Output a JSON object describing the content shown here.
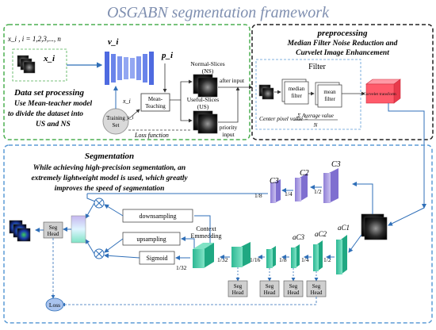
{
  "title": "OSGABN segmentation framework",
  "dataset_panel": {
    "seq_label": "x_i , i = 1,2,3,..., n",
    "xi": "x_i",
    "vi": "v_i",
    "pi": "p_i",
    "heading": "Data set processing",
    "desc": [
      "Use Mean-teacher model",
      "to divide the dataset into",
      "US and NS"
    ],
    "normal_slices": [
      "Normal-Slices",
      "(NS)"
    ],
    "after_input": "after input",
    "useful_slices": [
      "Useful-Slices",
      "(US)"
    ],
    "priority_input": [
      "priority",
      "input"
    ],
    "mean_teaching": [
      "Mean-",
      "Teaching"
    ],
    "training_set": [
      "Training",
      "Set"
    ],
    "xi_small": "x_i",
    "yi_small": "y_i",
    "loss_function": "Loss function"
  },
  "preprocessing_panel": {
    "heading": "preprocessing",
    "subheading": [
      "Median Filter Noise Reduction and",
      "Curvelet Image Enhancement"
    ],
    "filter_label": "Filter",
    "median_filter": [
      "median",
      "filter"
    ],
    "mean_filter": [
      "mean",
      "filter"
    ],
    "curvelet": "Curvelet transform",
    "formula_lhs": "Center pixel value =",
    "formula_num": "Σ Average value",
    "formula_den": "N"
  },
  "segmentation_panel": {
    "heading": "Segmentation",
    "desc": [
      "While achieving high-precision segmentation, an",
      "extremely lightweight model is used, which greatly",
      "improves the speed of segmentation"
    ],
    "c3a": "C3",
    "c2": "C2",
    "c3b": "C3",
    "r8": "1/8",
    "r4": "1/4",
    "r2": "1/2",
    "downsampling": "downsampling",
    "upsampling": "upsampling",
    "context": [
      "Context",
      "Emmedding"
    ],
    "sigmoid": "Sigmoid",
    "r32a": "1/32",
    "r32b": "1/32",
    "r16": "1/16",
    "r8b": "1/8",
    "r4b": "1/4",
    "r2b": "1/2",
    "ac3": "aC3",
    "ac2": "aC2",
    "ac1": "aC1",
    "seg_head": [
      "Seg",
      "Head"
    ],
    "loss": "Loss"
  },
  "colors": {
    "title": "#7f8fb0",
    "green_border": "#4caf50",
    "black_border": "#222222",
    "blue_border": "#5b9bd5",
    "purple_block": "#a99bdc",
    "teal_block": "#3fc7a5",
    "blue_block": "#7b8fe0",
    "curvelet": "#ff5a6a",
    "arrow_blue": "#2f6fb8"
  }
}
